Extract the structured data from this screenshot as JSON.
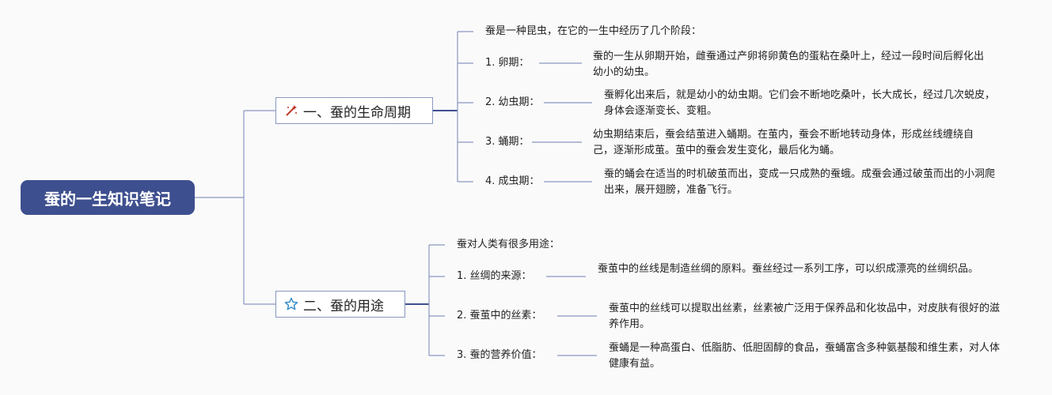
{
  "root": {
    "title": "蚕的一生知识笔记"
  },
  "branches": [
    {
      "label": "一、蚕的生命周期",
      "icon": "magic-wand-icon",
      "intro": "蚕是一种昆虫，在它的一生中经历了几个阶段：",
      "items": [
        {
          "label": "1. 卵期：",
          "text": "蚕的一生从卵期开始，雌蚕通过产卵将卵黄色的蛋粘在桑叶上，经过一段时间后孵化出幼小的幼虫。"
        },
        {
          "label": "2. 幼虫期：",
          "text": "蚕孵化出来后，就是幼小的幼虫期。它们会不断地吃桑叶，长大成长，经过几次蜕皮，身体会逐渐变长、变粗。"
        },
        {
          "label": "3. 蛹期：",
          "text": "幼虫期结束后，蚕会结茧进入蛹期。在茧内，蚕会不断地转动身体，形成丝线缠绕自己，逐渐形成茧。茧中的蚕会发生变化，最后化为蛹。"
        },
        {
          "label": "4. 成虫期：",
          "text": "蚕的蛹会在适当的时机破茧而出，变成一只成熟的蚕蛾。成蚕会通过破茧而出的小洞爬出来，展开翅膀，准备飞行。"
        }
      ]
    },
    {
      "label": "二、蚕的用途",
      "icon": "star-icon",
      "intro": "蚕对人类有很多用途：",
      "items": [
        {
          "label": "1. 丝绸的来源：",
          "text": "蚕茧中的丝线是制造丝绸的原料。蚕丝经过一系列工序，可以织成漂亮的丝绸织品。"
        },
        {
          "label": "2. 蚕茧中的丝素：",
          "text": "蚕茧中的丝线可以提取出丝素，丝素被广泛用于保养品和化妆品中，对皮肤有很好的滋养作用。"
        },
        {
          "label": "3. 蚕的营养价值：",
          "text": "蚕蛹是一种高蛋白、低脂肪、低胆固醇的食品，蚕蛹富含多种氨基酸和维生素，对人体健康有益。"
        }
      ]
    }
  ],
  "colors": {
    "root": "#3e4f8f",
    "line": "#8a97c0",
    "branch_line": "#3e4f8f"
  }
}
